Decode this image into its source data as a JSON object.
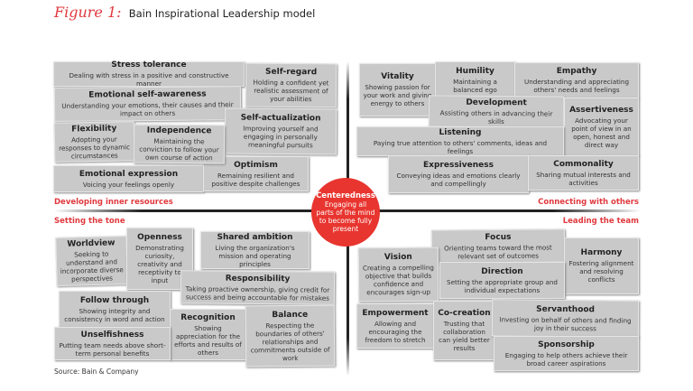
{
  "header": {
    "figure_label": "Figure 1:",
    "title": "Bain Inspirational Leadership model"
  },
  "center": {
    "title": "Centeredness",
    "description": "Engaging all parts of the mind to become fully present",
    "color": "#e8352f"
  },
  "quadrants": [
    {
      "label": "Developing inner resources",
      "items": [
        {
          "title": "Stress tolerance",
          "description": "Dealing with stress in a positive and constructive manner"
        },
        {
          "title": "Self-regard",
          "description": "Holding a confident yet realistic assessment of your abilities"
        },
        {
          "title": "Emotional self-awareness",
          "description": "Understanding your emotions, their causes and their impact on others"
        },
        {
          "title": "Self-actualization",
          "description": "Improving yourself and engaging in personally meaningful pursuits"
        },
        {
          "title": "Flexibility",
          "description": "Adopting your responses to dynamic circumstances"
        },
        {
          "title": "Independence",
          "description": "Maintaining the conviction to follow your own course of action"
        },
        {
          "title": "Optimism",
          "description": "Remaining resilient and positive despite challenges"
        },
        {
          "title": "Emotional expression",
          "description": "Voicing your feelings openly"
        }
      ]
    },
    {
      "label": "Connecting with others",
      "items": [
        {
          "title": "Vitality",
          "description": "Showing passion for your work and giving energy to others"
        },
        {
          "title": "Humility",
          "description": "Maintaining a balanced ego"
        },
        {
          "title": "Empathy",
          "description": "Understanding and appreciating others' needs and feelings"
        },
        {
          "title": "Development",
          "description": "Assisting others in advancing their skills"
        },
        {
          "title": "Assertiveness",
          "description": "Advocating your point of view in an open, honest and direct way"
        },
        {
          "title": "Listening",
          "description": "Paying true attention to others' comments, ideas and feelings"
        },
        {
          "title": "Expressiveness",
          "description": "Conveying ideas and emotions clearly and compellingly"
        },
        {
          "title": "Commonality",
          "description": "Sharing mutual interests and activities"
        }
      ]
    },
    {
      "label": "Setting the tone",
      "items": [
        {
          "title": "Worldview",
          "description": "Seeking to understand and incorporate diverse perspectives"
        },
        {
          "title": "Openness",
          "description": "Demonstrating curiosity, creativity and receptivity to input"
        },
        {
          "title": "Shared ambition",
          "description": "Living the organization's mission and operating principles"
        },
        {
          "title": "Responsibility",
          "description": "Taking proactive ownership, giving credit for success and being accountable for mistakes"
        },
        {
          "title": "Follow through",
          "description": "Showing integrity and consistency in word and action"
        },
        {
          "title": "Recognition",
          "description": "Showing appreciation for the efforts and results of others"
        },
        {
          "title": "Balance",
          "description": "Respecting the boundaries of others' relationships and commitments outside of work"
        },
        {
          "title": "Unselfishness",
          "description": "Putting team needs above short-term personal benefits"
        }
      ]
    },
    {
      "label": "Leading the team",
      "items": [
        {
          "title": "Focus",
          "description": "Orienting teams toward the most relevant set of outcomes"
        },
        {
          "title": "Harmony",
          "description": "Fostering alignment and resolving conflicts"
        },
        {
          "title": "Vision",
          "description": "Creating a compelling objective that builds confidence and encourages sign-up"
        },
        {
          "title": "Direction",
          "description": "Setting the appropriate group and individual expectations"
        },
        {
          "title": "Empowerment",
          "description": "Allowing and encouraging the freedom to stretch"
        },
        {
          "title": "Co-creation",
          "description": "Trusting that collaboration can yield better results"
        },
        {
          "title": "Servanthood",
          "description": "Investing on behalf of others and finding joy in their success"
        },
        {
          "title": "Sponsorship",
          "description": "Engaging to help others achieve their broad career aspirations"
        }
      ]
    }
  ],
  "source": "Source: Bain & Company"
}
